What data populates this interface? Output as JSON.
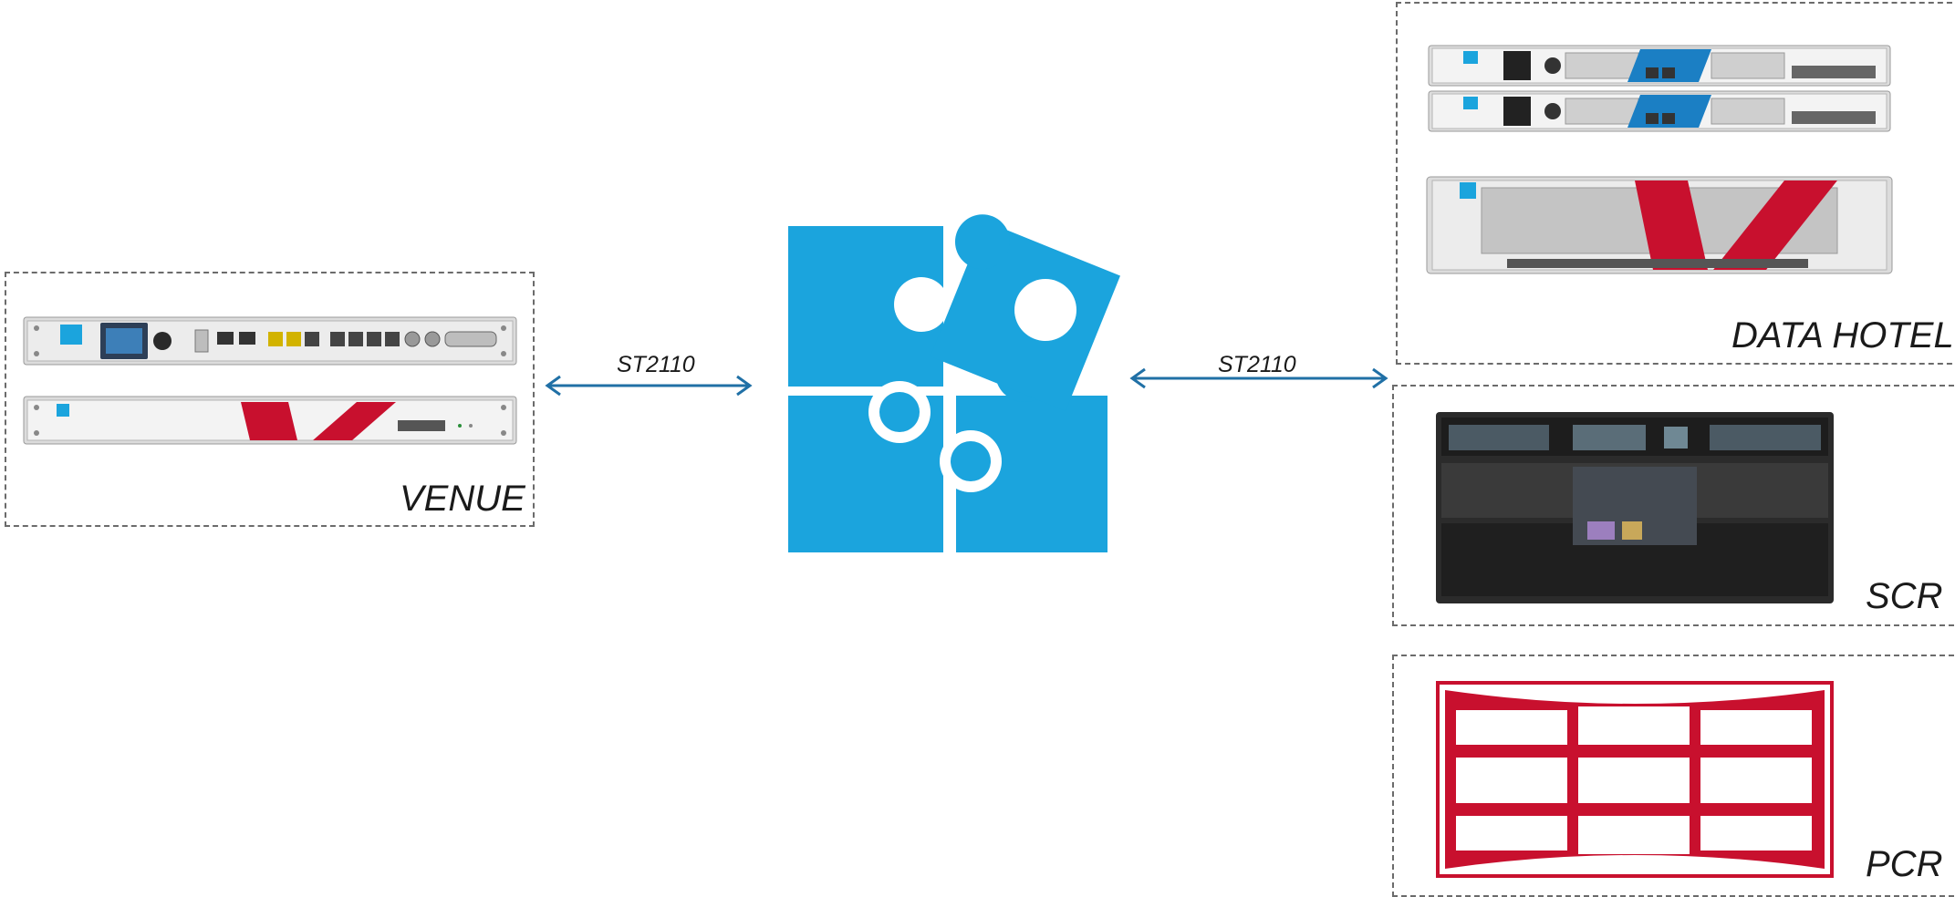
{
  "zones": {
    "venue": {
      "label": "VENUE"
    },
    "data_hotel": {
      "label": "DATA HOTEL"
    },
    "scr": {
      "label": "SCR"
    },
    "pcr": {
      "label": "PCR"
    }
  },
  "links": {
    "left": {
      "label": "ST2110"
    },
    "right": {
      "label": "ST2110"
    }
  },
  "center_icon": "puzzle-pieces-icon",
  "colors": {
    "puzzle_blue": "#1ba4dd",
    "arrow_blue": "#2070a6",
    "brand_red": "#c8102e",
    "dash_gray": "#6b6b6b"
  }
}
